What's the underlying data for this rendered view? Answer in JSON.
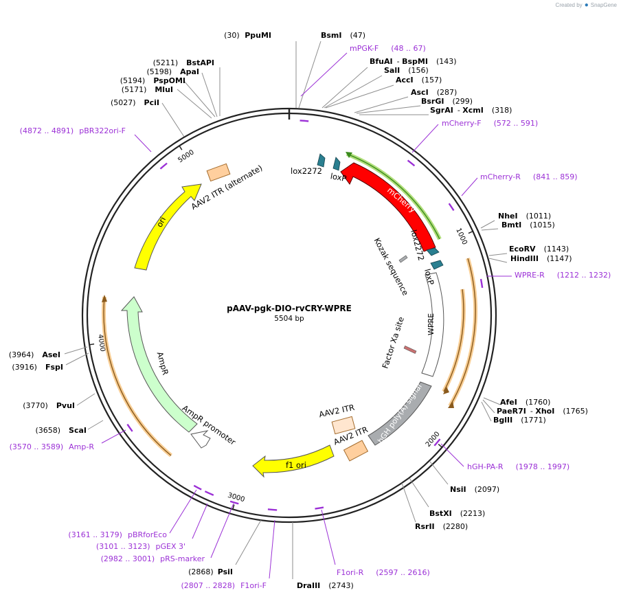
{
  "credit": {
    "text": "Created by",
    "logo": "SnapGene"
  },
  "plasmid": {
    "name": "pAAV-pgk-DIO-rvCRY-WPRE",
    "size_label": "5504 bp",
    "length": 5504
  },
  "colors": {
    "primer": "#9b30d6",
    "feature_label": "#000000",
    "backbone": "#222222"
  },
  "ticks": [
    {
      "pos": 1000,
      "label": "1000"
    },
    {
      "pos": 2000,
      "label": "2000"
    },
    {
      "pos": 3000,
      "label": "3000"
    },
    {
      "pos": 4000,
      "label": "4000"
    },
    {
      "pos": 5000,
      "label": "5000"
    }
  ],
  "enzymes": [
    {
      "name": "PpuMI",
      "pos_label": "(30)",
      "pos": 30
    },
    {
      "name": "BsmI",
      "pos_label": "(47)",
      "pos": 47
    },
    {
      "name": "BfuAI",
      "name2": "BspMI",
      "pos_label": "(143)",
      "pos": 143
    },
    {
      "name": "SalI",
      "pos_label": "(156)",
      "pos": 156
    },
    {
      "name": "AccI",
      "pos_label": "(157)",
      "pos": 157
    },
    {
      "name": "AscI",
      "pos_label": "(287)",
      "pos": 287
    },
    {
      "name": "BsrGI",
      "pos_label": "(299)",
      "pos": 299
    },
    {
      "name": "SgrAI",
      "name2": "XcmI",
      "pos_label": "(318)",
      "pos": 318
    },
    {
      "name": "NheI",
      "pos_label": "(1011)",
      "pos": 1011
    },
    {
      "name": "BmtI",
      "pos_label": "(1015)",
      "pos": 1015
    },
    {
      "name": "EcoRV",
      "pos_label": "(1143)",
      "pos": 1143
    },
    {
      "name": "HindIII",
      "pos_label": "(1147)",
      "pos": 1147
    },
    {
      "name": "AfeI",
      "pos_label": "(1760)",
      "pos": 1760
    },
    {
      "name": "PaeR7I",
      "name2": "XhoI",
      "pos_label": "(1765)",
      "pos": 1765
    },
    {
      "name": "BglII",
      "pos_label": "(1771)",
      "pos": 1771
    },
    {
      "name": "NsiI",
      "pos_label": "(2097)",
      "pos": 2097
    },
    {
      "name": "BstXI",
      "pos_label": "(2213)",
      "pos": 2213
    },
    {
      "name": "RsrII",
      "pos_label": "(2280)",
      "pos": 2280
    },
    {
      "name": "DraIII",
      "pos_label": "(2743)",
      "pos": 2743
    },
    {
      "name": "PsiI",
      "pos_label": "(2868)",
      "pos": 2868
    },
    {
      "name": "ScaI",
      "pos_label": "(3658)",
      "pos": 3658
    },
    {
      "name": "PvuI",
      "pos_label": "(3770)",
      "pos": 3770
    },
    {
      "name": "FspI",
      "pos_label": "(3916)",
      "pos": 3916
    },
    {
      "name": "AseI",
      "pos_label": "(3964)",
      "pos": 3964
    },
    {
      "name": "PciI",
      "pos_label": "(5027)",
      "pos": 5027
    },
    {
      "name": "MluI",
      "pos_label": "(5171)",
      "pos": 5171
    },
    {
      "name": "PspOMI",
      "pos_label": "(5194)",
      "pos": 5194
    },
    {
      "name": "ApaI",
      "pos_label": "(5198)",
      "pos": 5198
    },
    {
      "name": "BstAPI",
      "pos_label": "(5211)",
      "pos": 5211
    }
  ],
  "primers": [
    {
      "name": "mPGK-F",
      "range_label": "(48 .. 67)",
      "start": 48,
      "end": 67
    },
    {
      "name": "mCherry-F",
      "range_label": "(572 .. 591)",
      "start": 572,
      "end": 591
    },
    {
      "name": "mCherry-R",
      "range_label": "(841 .. 859)",
      "start": 841,
      "end": 859
    },
    {
      "name": "WPRE-R",
      "range_label": "(1212 .. 1232)",
      "start": 1212,
      "end": 1232
    },
    {
      "name": "hGH-PA-R",
      "range_label": "(1978 .. 1997)",
      "start": 1978,
      "end": 1997
    },
    {
      "name": "F1ori-R",
      "range_label": "(2597 .. 2616)",
      "start": 2597,
      "end": 2616
    },
    {
      "name": "F1ori-F",
      "range_label": "(2807 .. 2828)",
      "start": 2807,
      "end": 2828
    },
    {
      "name": "pRS-marker",
      "range_label": "(2982 .. 3001)",
      "start": 2982,
      "end": 3001
    },
    {
      "name": "pGEX 3'",
      "range_label": "(3101 .. 3123)",
      "start": 3101,
      "end": 3123
    },
    {
      "name": "pBRforEco",
      "range_label": "(3161 .. 3179)",
      "start": 3161,
      "end": 3179
    },
    {
      "name": "Amp-R",
      "range_label": "(3570 .. 3589)",
      "start": 3570,
      "end": 3589
    },
    {
      "name": "pBR322ori-F",
      "range_label": "(4872 .. 4891)",
      "start": 4872,
      "end": 4891
    }
  ],
  "features": [
    {
      "name": "mCherry",
      "color": "#ff0000",
      "start": 120,
      "end": 830,
      "direction": "reverse"
    },
    {
      "name": "WPRE",
      "color": "#ffffff",
      "start": 1160,
      "end": 1760,
      "direction": "none"
    },
    {
      "name": "hGH poly(A) signal",
      "color": "#a9acaf",
      "start": 1770,
      "end": 2250,
      "direction": "none"
    },
    {
      "name": "AAV2 ITR",
      "color": "#ffcf9e",
      "start": 2290,
      "end": 2370,
      "direction": "none"
    },
    {
      "name": "AAV2 ITR",
      "color": "#ffe6cf",
      "start": 2290,
      "end": 2370,
      "direction": "none"
    },
    {
      "name": "f1 ori",
      "color": "#ffff00",
      "start": 2380,
      "end": 2830,
      "direction": "reverse"
    },
    {
      "name": "AmpR promoter",
      "color": "#ffffff",
      "start": 2880,
      "end": 3000,
      "direction": "forward"
    },
    {
      "name": "AmpR",
      "color": "#ccffcc",
      "start": 3000,
      "end": 3860,
      "direction": "forward"
    },
    {
      "name": "ori",
      "color": "#ffff00",
      "start": 4040,
      "end": 4620,
      "direction": "forward"
    },
    {
      "name": "AAV2 ITR (alternate)",
      "color": "#ffcf9e",
      "start": 4770,
      "end": 4900,
      "direction": "none"
    },
    {
      "name": "lox2272",
      "color": "#2a7f90",
      "start": 20,
      "end": 40,
      "direction": "reverse"
    },
    {
      "name": "loxP",
      "color": "#2a7f90",
      "start": 70,
      "end": 90,
      "direction": "reverse"
    },
    {
      "name": "lox2272",
      "color": "#2a7f90",
      "start": 880,
      "end": 900,
      "direction": "forward"
    },
    {
      "name": "loxP",
      "color": "#2a7f90",
      "start": 965,
      "end": 985,
      "direction": "forward"
    },
    {
      "name": "Kozak sequence",
      "color": "#a9acaf",
      "start": 860,
      "end": 870,
      "direction": "none"
    },
    {
      "name": "Factor Xa site",
      "color": "#c97070",
      "start": 1320,
      "end": 1332,
      "direction": "none"
    }
  ]
}
